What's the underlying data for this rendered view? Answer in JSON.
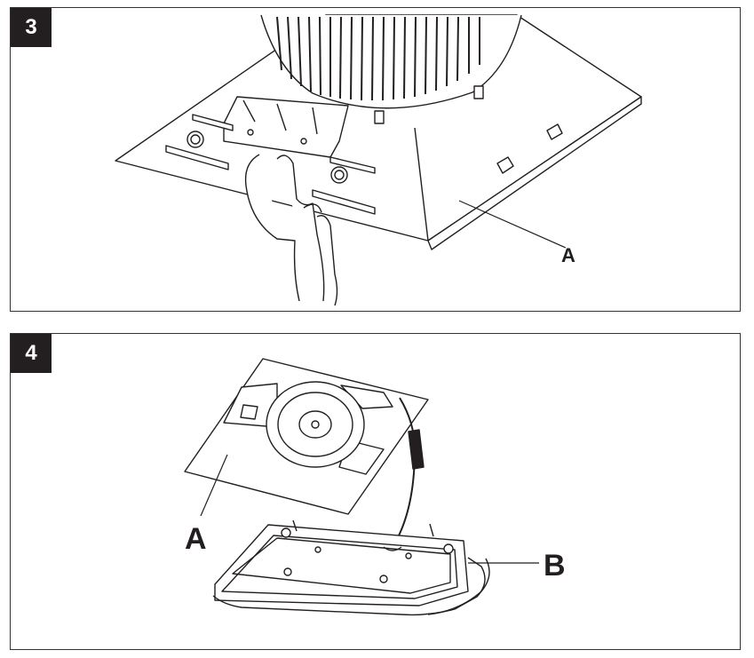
{
  "steps": [
    {
      "number": "3",
      "callouts": [
        "A"
      ]
    },
    {
      "number": "4",
      "callouts": [
        "A",
        "B"
      ]
    }
  ],
  "colors": {
    "ink": "#231f20",
    "paper": "#ffffff"
  },
  "icons": [
    "glove-hand-icon",
    "fan-housing-icon",
    "grille-cover-icon",
    "connector-plug-icon"
  ]
}
